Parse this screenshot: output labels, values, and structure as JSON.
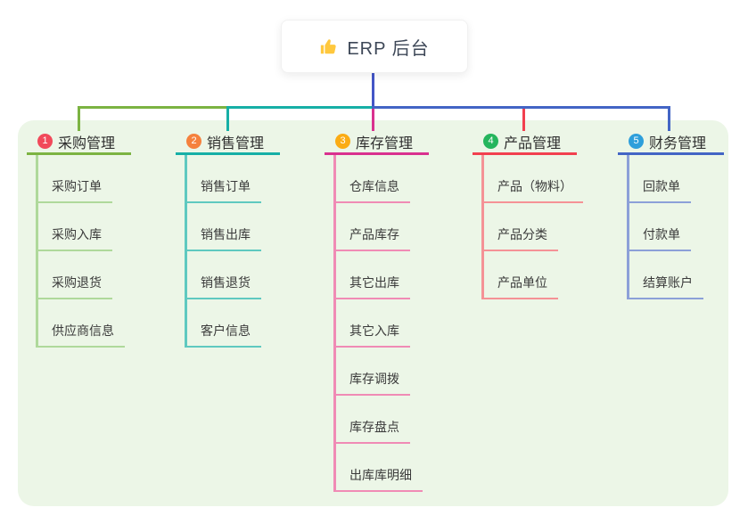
{
  "root": {
    "icon": "thumbs-up-icon",
    "icon_color": "#FFC83D",
    "title": "ERP 后台",
    "line_color": "#4456C7"
  },
  "panel": {
    "bg": "#ECF6E7"
  },
  "branches": [
    {
      "num": "1",
      "label": "采购管理",
      "colors": {
        "line": "#7CB342",
        "child_line": "#AFD99B",
        "badge": "#F1495A"
      },
      "children": [
        "采购订单",
        "采购入库",
        "采购退货",
        "供应商信息"
      ]
    },
    {
      "num": "2",
      "label": "销售管理",
      "colors": {
        "line": "#16AFA6",
        "child_line": "#5FC9C0",
        "badge": "#F5813D"
      },
      "children": [
        "销售订单",
        "销售出库",
        "销售退货",
        "客户信息"
      ]
    },
    {
      "num": "3",
      "label": "库存管理",
      "colors": {
        "line": "#D9318F",
        "child_line": "#F08BB5",
        "badge": "#FBAC14"
      },
      "children": [
        "仓库信息",
        "产品库存",
        "其它出库",
        "其它入库",
        "库存调拨",
        "库存盘点",
        "出库库明细"
      ]
    },
    {
      "num": "4",
      "label": "产品管理",
      "colors": {
        "line": "#F2404F",
        "child_line": "#F59296",
        "badge": "#25B55D"
      },
      "children": [
        "产品（物料）",
        "产品分类",
        "产品单位"
      ]
    },
    {
      "num": "5",
      "label": "财务管理",
      "colors": {
        "line": "#4365C5",
        "child_line": "#8CA0D8",
        "badge": "#2E9FDB"
      },
      "children": [
        "回款单",
        "付款单",
        "结算账户"
      ]
    }
  ]
}
